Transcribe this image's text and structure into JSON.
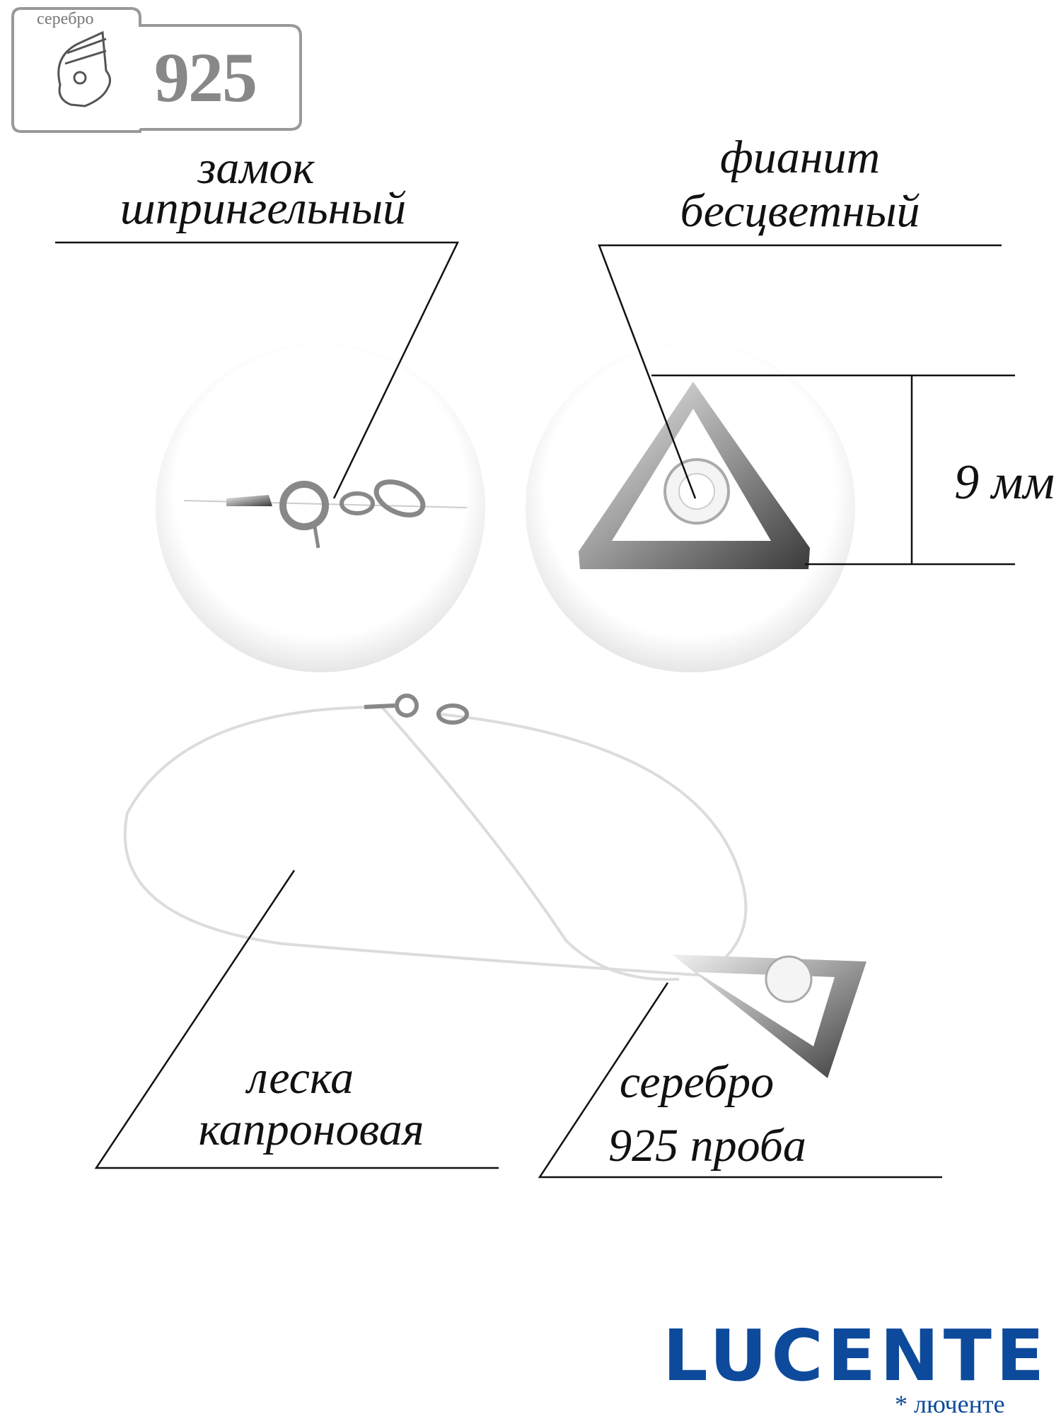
{
  "badge": {
    "metal": "серебро",
    "hallmark": "925"
  },
  "callouts": {
    "clasp": {
      "line1": "замок",
      "line2": "шпрингельный"
    },
    "stone": {
      "line1": "фианит",
      "line2": "бесцветный"
    },
    "size": "9 мм",
    "cord": {
      "line1": "леска",
      "line2": "капроновая"
    },
    "metal": {
      "line1": "серебро",
      "line2": "925 проба"
    }
  },
  "brand": {
    "logo": "LUCENTE",
    "transliteration": "* люченте",
    "color": "#0d4a9b"
  }
}
